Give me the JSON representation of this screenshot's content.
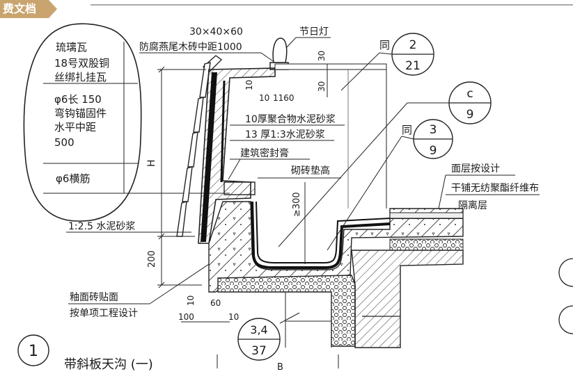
{
  "header": {
    "tab_label": "费文档"
  },
  "labels": {
    "roof_tile": "琉璃瓦",
    "wire_line1": "18号双股铜",
    "wire_line2": "丝绑扎挂瓦",
    "anchor_line1": "φ6长 150",
    "anchor_line2": "弯钩锚固件",
    "anchor_line3": "水平中距",
    "anchor_line4": "500",
    "rebar": "φ6横筋",
    "batten_size": "30×40×60",
    "batten_desc": "防腐燕尾木砖中距1000",
    "festival_light": "节日灯",
    "same": "同",
    "same2": "同",
    "polymer_mortar": "10厚聚合物水泥砂浆",
    "cement_mortar13": "13 厚1:3水泥砂浆",
    "sealant": "建筑密封膏",
    "brick_pad": "砌砖垫高",
    "surface_layer": "面层按设计",
    "isolation1": "干铺无纺聚酯纤维布",
    "isolation2": "隔离层",
    "mortar_25": "1:2.5 水泥砂浆",
    "glazed_tile1": "釉面砖贴面",
    "glazed_tile2": "按单项工程设计",
    "drawing_no": "1",
    "drawing_title": "带斜板天沟 (一)",
    "dim_H": "H",
    "dim_200": "200",
    "dim_300": "≥300",
    "dim_30a": "30",
    "dim_30b": "30",
    "dim_10a": "10",
    "dim_10b": "10",
    "dim_1160": "1160",
    "dim_10c": "10",
    "dim_100": "100",
    "dim_60": "60",
    "dim_10d": "10",
    "dim_B": "B"
  },
  "callouts": [
    {
      "top": "2",
      "bottom": "21"
    },
    {
      "top": "c",
      "bottom": "9"
    },
    {
      "top": "3",
      "bottom": "9"
    },
    {
      "top": "3,4",
      "bottom": "37"
    }
  ]
}
